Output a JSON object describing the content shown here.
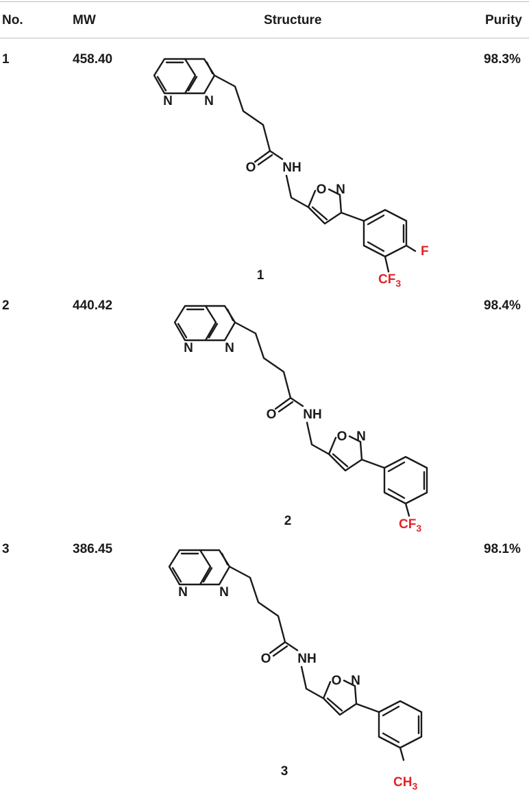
{
  "table": {
    "headers": {
      "no": "No.",
      "mw": "MW",
      "structure": "Structure",
      "purity": "Purity"
    },
    "rows": [
      {
        "no": "1",
        "mw": "458.40",
        "purity": "98.3%",
        "label": "1",
        "substituents": {
          "para": "F",
          "meta": "CF",
          "meta_sub": "3"
        }
      },
      {
        "no": "2",
        "mw": "440.42",
        "purity": "98.4%",
        "label": "2",
        "substituents": {
          "meta": "CF",
          "meta_sub": "3"
        }
      },
      {
        "no": "3",
        "mw": "386.45",
        "purity": "98.1%",
        "label": "3",
        "substituents": {
          "meta": "CH",
          "meta_sub": "3"
        }
      }
    ],
    "atoms": {
      "n": "N",
      "o": "O",
      "nh": "NH",
      "ring_o": "O"
    }
  },
  "colors": {
    "text": "#1a1a1a",
    "substituent": "#e32326",
    "rule": "#bdbdbd"
  }
}
